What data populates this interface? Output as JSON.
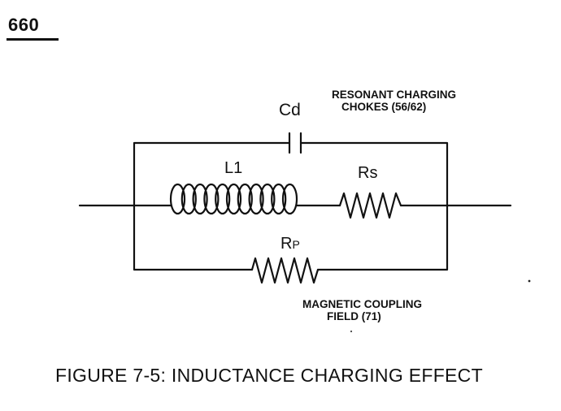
{
  "page_number": "660",
  "labels": {
    "capacitor": "Cd",
    "inductor": "L1",
    "series_resistor": "Rs",
    "parallel_resistor_main": "R",
    "parallel_resistor_sub": "P",
    "chokes_line1": "RESONANT CHARGING",
    "chokes_line2": "CHOKES (56/62)",
    "field_line1": "MAGNETIC COUPLING",
    "field_line2": "FIELD (71)"
  },
  "caption": "FIGURE 7-5: INDUCTANCE  CHARGING EFFECT"
}
